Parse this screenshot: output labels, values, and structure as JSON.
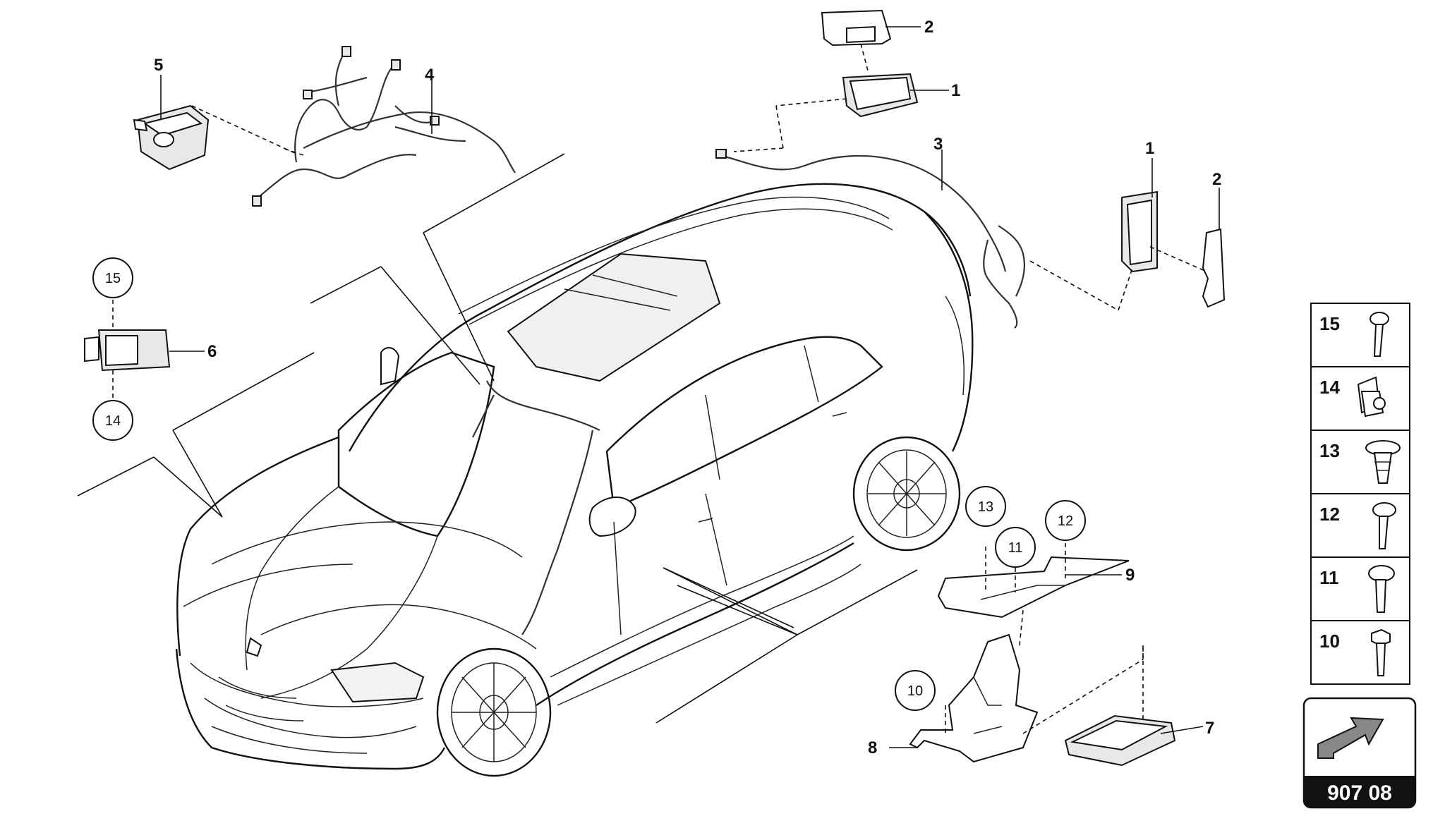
{
  "callouts": {
    "c1_top": "1",
    "c2_top": "2",
    "c3": "3",
    "c4": "4",
    "c5": "5",
    "c6": "6",
    "c7": "7",
    "c8": "8",
    "c9": "9",
    "c1_right": "1",
    "c2_right": "2"
  },
  "circled": {
    "c15": "15",
    "c14": "14",
    "c13": "13",
    "c11": "11",
    "c12": "12",
    "c10": "10"
  },
  "legend": [
    {
      "num": "15",
      "icon": "torx-screw-icon"
    },
    {
      "num": "14",
      "icon": "clip-nut-icon"
    },
    {
      "num": "13",
      "icon": "expanding-rivet-icon"
    },
    {
      "num": "12",
      "icon": "screw-with-washer-icon"
    },
    {
      "num": "11",
      "icon": "flange-screw-icon"
    },
    {
      "num": "10",
      "icon": "hex-bolt-icon"
    }
  ],
  "reference": {
    "code": "907 08",
    "icon": "direction-arrow-icon"
  }
}
